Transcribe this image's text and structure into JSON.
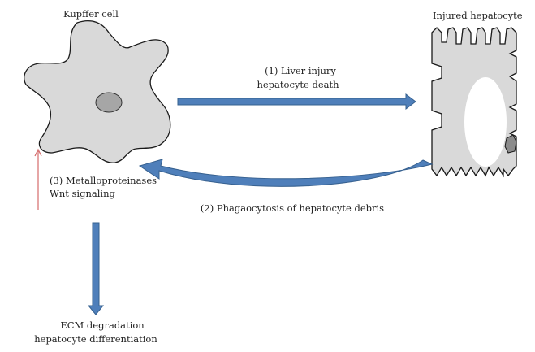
{
  "labels": {
    "kupffer_cell": "Kupffer cell",
    "injured_hepatocyte": "Injured hepatocyte",
    "step1_line1": "(1) Liver injury",
    "step1_line2": "hepatocyte death",
    "step2": "(2) Phagaocytosis of hepatocyte debris",
    "step3_line1": "(3) Metalloproteinases",
    "step3_line2": "Wnt signaling",
    "outcome_line1": "ECM degradation",
    "outcome_line2": "hepatocyte differentiation"
  },
  "colors": {
    "arrow_fill": "#4f7fba",
    "arrow_stroke": "#36608f",
    "cell_fill": "#d9d9d9",
    "nucleus_fill": "#a6a6a6",
    "outline": "#1a1a1a",
    "upregulation_arrow": "#d46a6a"
  },
  "icons": {
    "kupffer_cell": "star-shaped-cell-icon",
    "hepatocyte": "serrated-cell-icon",
    "upregulation": "up-arrow-icon"
  }
}
